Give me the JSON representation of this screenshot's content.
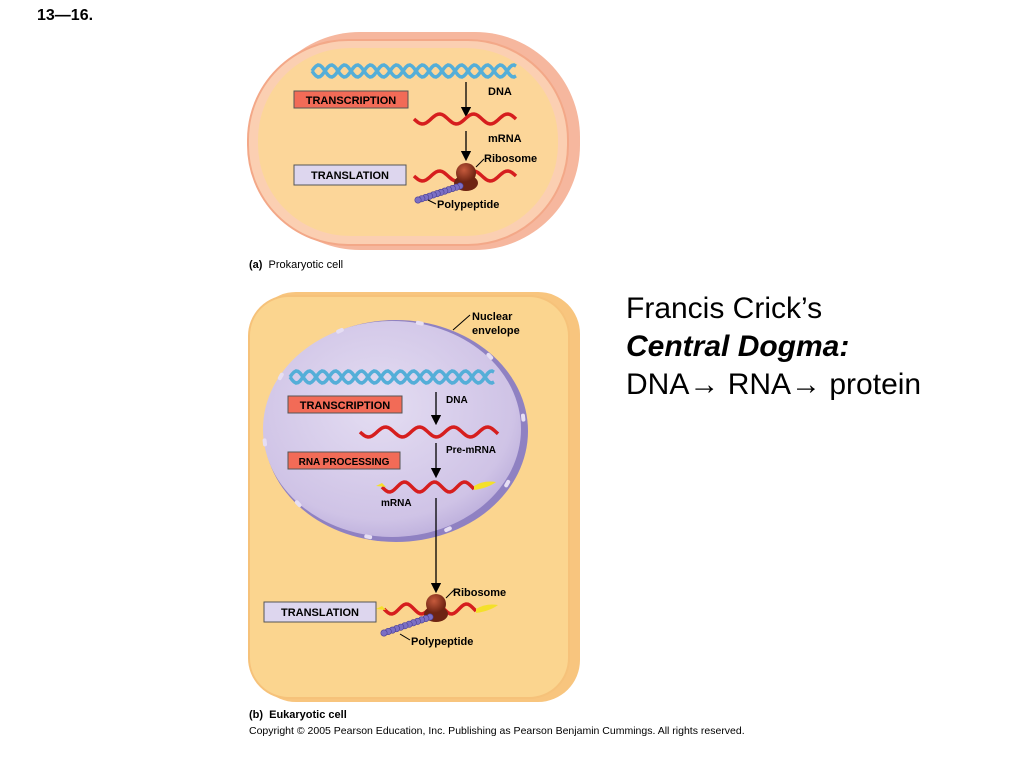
{
  "slide_number": "13—16.",
  "prokaryotic": {
    "transcription_label": "TRANSCRIPTION",
    "translation_label": "TRANSLATION",
    "dna_label": "DNA",
    "mrna_label": "mRNA",
    "ribosome_label": "Ribosome",
    "polypeptide_label": "Polypeptide",
    "caption_letter": "(a)",
    "caption_text": "Prokaryotic cell"
  },
  "eukaryotic": {
    "nuclear_envelope_line1": "Nuclear",
    "nuclear_envelope_line2": "envelope",
    "transcription_label": "TRANSCRIPTION",
    "rna_processing_label": "RNA PROCESSING",
    "translation_label": "TRANSLATION",
    "dna_label": "DNA",
    "pre_mrna_label": "Pre-mRNA",
    "mrna_label": "mRNA",
    "ribosome_label": "Ribosome",
    "polypeptide_label": "Polypeptide",
    "caption_letter": "(b)",
    "caption_text": "Eukaryotic cell"
  },
  "crick": {
    "line1": "Francis Crick’s",
    "line2": "Central Dogma:",
    "dna": "DNA",
    "arrow": "→",
    "rna": "RNA",
    "protein": "protein"
  },
  "copyright": "Copyright ©  2005 Pearson Education, Inc. Publishing as Pearson Benjamin Cummings. All rights reserved.",
  "colors": {
    "cell_outer": "#f6b79e",
    "cell_inner": "#fcd699",
    "cytoplasm": "#fbd58f",
    "nucleus": "#d1c6e6",
    "nucleus_edge": "#8f81c2",
    "dna_helix": "#54aed8",
    "mrna": "#d61e1e",
    "transcription_box": "#f26b57",
    "translation_box": "#ddd6ee",
    "ribosome": "#8a3320",
    "polypeptide": "#7b6fc4",
    "cap_tail": "#f4e02a"
  }
}
